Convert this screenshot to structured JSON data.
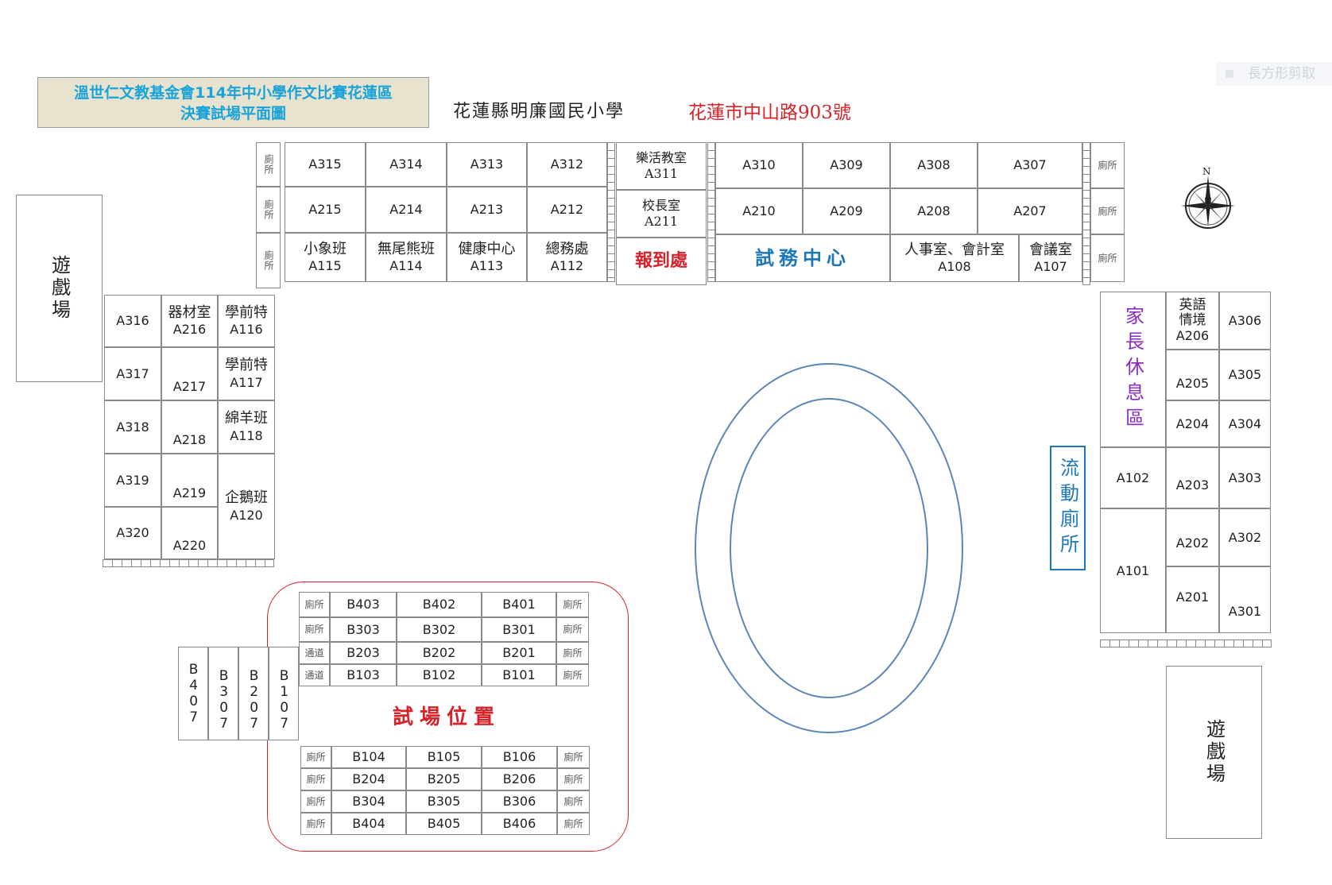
{
  "header": {
    "title_line1": "溫世仁文教基金會114年中小學作文比賽花蓮區",
    "title_line2": "決賽試場平面圖",
    "school": "花蓮縣明廉國民小學",
    "address": "花蓮市中山路903號",
    "ghost_label": "長方形剪取"
  },
  "labels": {
    "toilet": "廁所",
    "corridor": "通道",
    "playground": "遊戲場",
    "registration": "報到處",
    "exam_center": "試務中心",
    "parent_lounge": "家長休息區",
    "mobile_toilet": "流動廁所",
    "exam_location": "試場位置",
    "north": "N"
  },
  "north_wing": {
    "row3": [
      "A315",
      "A314",
      "A313",
      "A312"
    ],
    "row2": [
      "A215",
      "A214",
      "A213",
      "A212"
    ],
    "row1": [
      {
        "name": "小象班",
        "code": "A115"
      },
      {
        "name": "無尾熊班",
        "code": "A114"
      },
      {
        "name": "健康中心",
        "code": "A113"
      },
      {
        "name": "總務處",
        "code": "A112"
      }
    ],
    "mid": [
      {
        "name": "樂活教室",
        "code": "A311"
      },
      {
        "name": "校長室",
        "code": "A211"
      }
    ],
    "east_row3": [
      "A310",
      "A309",
      "A308",
      "A307"
    ],
    "east_row2": [
      "A210",
      "A209",
      "A208",
      "A207"
    ],
    "east_row1": [
      {
        "name": "人事室、會計室",
        "code": "A108"
      },
      {
        "name": "會議室",
        "code": "A107"
      }
    ]
  },
  "west_wing": {
    "col3": [
      "A316",
      "A317",
      "A318",
      "A319",
      "A320"
    ],
    "col2": [
      {
        "name": "器材室",
        "code": "A216"
      },
      {
        "name": "",
        "code": "A217"
      },
      {
        "name": "",
        "code": "A218"
      },
      {
        "name": "",
        "code": "A219"
      },
      {
        "name": "",
        "code": "A220"
      }
    ],
    "col1": [
      {
        "name": "學前特",
        "code": "A116"
      },
      {
        "name": "學前特",
        "code": "A117"
      },
      {
        "name": "綿羊班",
        "code": "A118"
      },
      {
        "name": "企鵝班",
        "code": "A120"
      }
    ]
  },
  "east_wing": {
    "english": {
      "name": "英語情境",
      "code": "A206"
    },
    "col2": [
      "A205",
      "A204",
      "A203",
      "A202",
      "A201"
    ],
    "col3": [
      "A306",
      "A305",
      "A304",
      "A303",
      "A302",
      "A301"
    ],
    "col1": [
      "A102",
      "A101"
    ]
  },
  "b_building": {
    "upper": [
      {
        "left": "廁所",
        "rooms": [
          "B403",
          "B402",
          "B401"
        ],
        "right": "廁所"
      },
      {
        "left": "廁所",
        "rooms": [
          "B303",
          "B302",
          "B301"
        ],
        "right": "廁所"
      },
      {
        "left": "通道",
        "rooms": [
          "B203",
          "B202",
          "B201"
        ],
        "right": "廁所"
      },
      {
        "left": "通道",
        "rooms": [
          "B103",
          "B102",
          "B101"
        ],
        "right": "廁所"
      }
    ],
    "lower": [
      {
        "left": "廁所",
        "rooms": [
          "B104",
          "B105",
          "B106"
        ],
        "right": "廁所"
      },
      {
        "left": "廁所",
        "rooms": [
          "B204",
          "B205",
          "B206"
        ],
        "right": "廁所"
      },
      {
        "left": "廁所",
        "rooms": [
          "B304",
          "B305",
          "B306"
        ],
        "right": "廁所"
      },
      {
        "left": "廁所",
        "rooms": [
          "B404",
          "B405",
          "B406"
        ],
        "right": "廁所"
      }
    ],
    "side": [
      "B407",
      "B307",
      "B207",
      "B107"
    ]
  },
  "colors": {
    "title_bg": "#e7e3cf",
    "title_text": "#1aa3d8",
    "red": "#d8222a",
    "blue": "#1c78b8",
    "purple": "#8a2cc0",
    "track": "#5b86b8"
  }
}
